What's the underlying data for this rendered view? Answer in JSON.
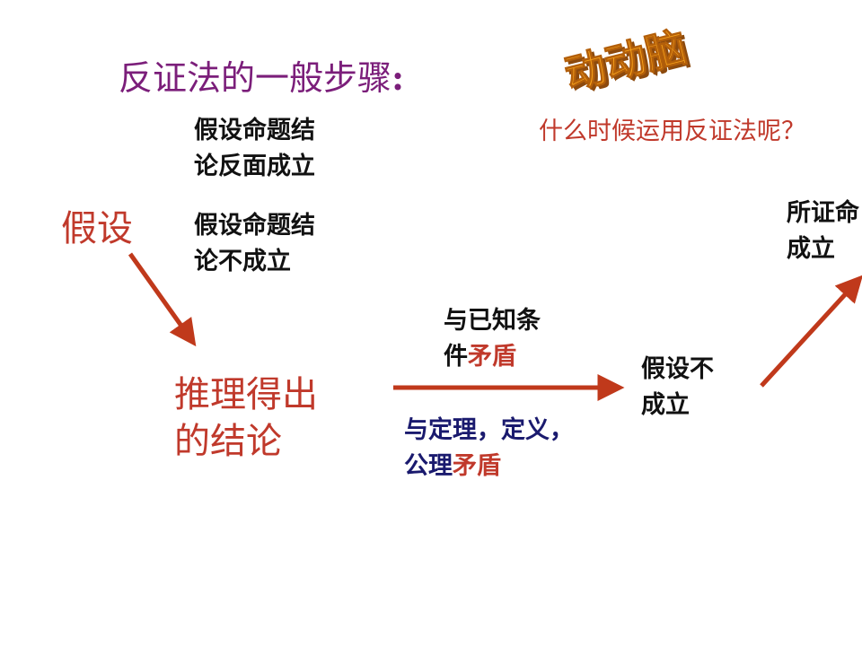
{
  "slide": {
    "title": "反证法的一般步骤",
    "title_colon": ":",
    "badge": "动动脑",
    "question": "什么时候运用反证法呢？"
  },
  "steps": {
    "assume": "假设",
    "assume_desc_1": "假设命题结\n论反面成立",
    "assume_desc_2": "假设命题结\n论不成立",
    "deduce": "推理得出\n的结论",
    "contradict_1_prefix": "与已知条\n件",
    "contradict_1_suffix": "矛盾",
    "contradict_2_prefix": "与定理，定义，\n公理",
    "contradict_2_suffix": "矛盾",
    "refuted": "假设不\n成立",
    "proved": "所证命\n成立"
  },
  "colors": {
    "title": "#7B1E7A",
    "accent_red": "#C0392B",
    "arrow": "#C0391B",
    "badge_fill": "#F7A21B",
    "badge_shadow": "#8C4A0E",
    "dark_blue": "#1A1A6E"
  },
  "icons": [
    "arrow-down-right-icon",
    "arrow-right-icon",
    "arrow-up-right-icon"
  ]
}
